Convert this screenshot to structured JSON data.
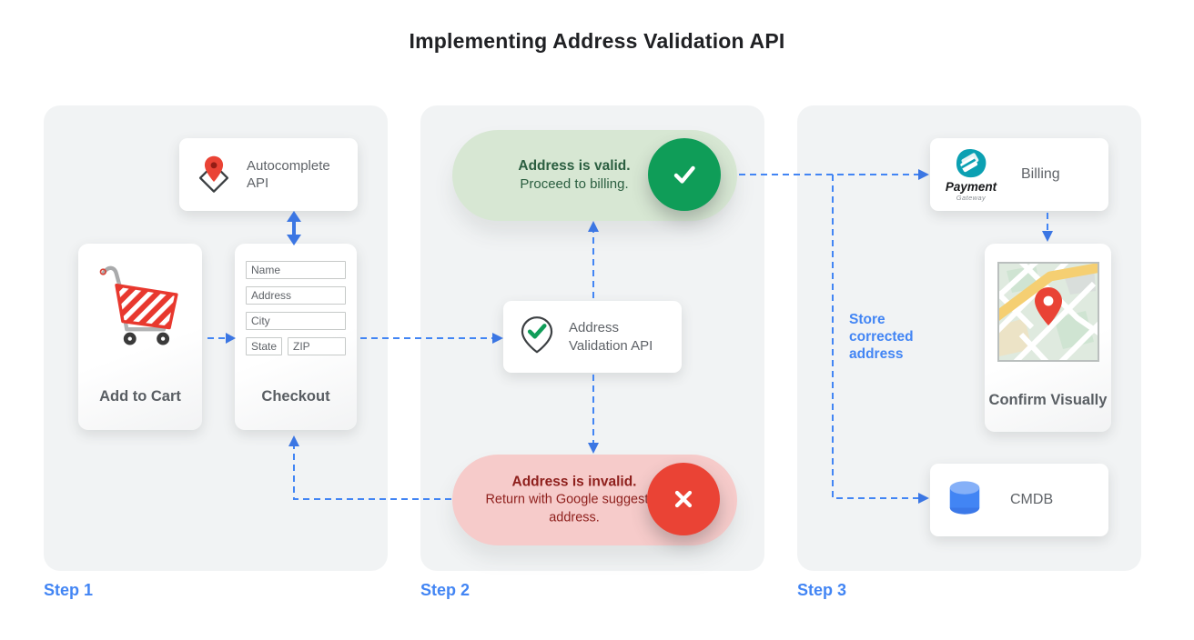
{
  "title": "Implementing Address Validation API",
  "colors": {
    "accent_blue": "#4285f4",
    "green": "#0f9d58",
    "green_pill_bg": "#d7e7d3",
    "green_pill_text": "#2b5e40",
    "red": "#ea4335",
    "red_pill_bg": "#f6cbca",
    "red_pill_text": "#8e1f1c",
    "panel_bg": "#f1f3f4",
    "label_gray": "#5f6368"
  },
  "step1": {
    "label": "Step 1",
    "autocomplete_card": {
      "icon": "map-pin-diamond-icon",
      "label": "Autocomplete API"
    },
    "add_to_cart_card": {
      "icon": "shopping-cart-icon",
      "label": "Add to Cart"
    },
    "checkout_card": {
      "label": "Checkout",
      "fields": [
        "Name",
        "Address",
        "City",
        "State",
        "ZIP"
      ]
    }
  },
  "step2": {
    "label": "Step 2",
    "valid_pill": {
      "icon": "check-circle-icon",
      "title": "Address is valid.",
      "subtitle": "Proceed to billing."
    },
    "validation_card": {
      "icon": "map-pin-check-icon",
      "label": "Address Validation API"
    },
    "invalid_pill": {
      "icon": "x-circle-icon",
      "title": "Address is invalid.",
      "subtitle": "Return with Google suggested address."
    }
  },
  "step3": {
    "label": "Step 3",
    "billing_card": {
      "icon": "payment-gateway-logo",
      "logo_title": "Payment",
      "logo_subtitle": "Gateway",
      "label": "Billing"
    },
    "store_note": "Store corrected address",
    "confirm_card": {
      "icon": "map-thumbnail",
      "label": "Confirm Visually"
    },
    "cmdb_card": {
      "icon": "database-icon",
      "label": "CMDB"
    }
  }
}
